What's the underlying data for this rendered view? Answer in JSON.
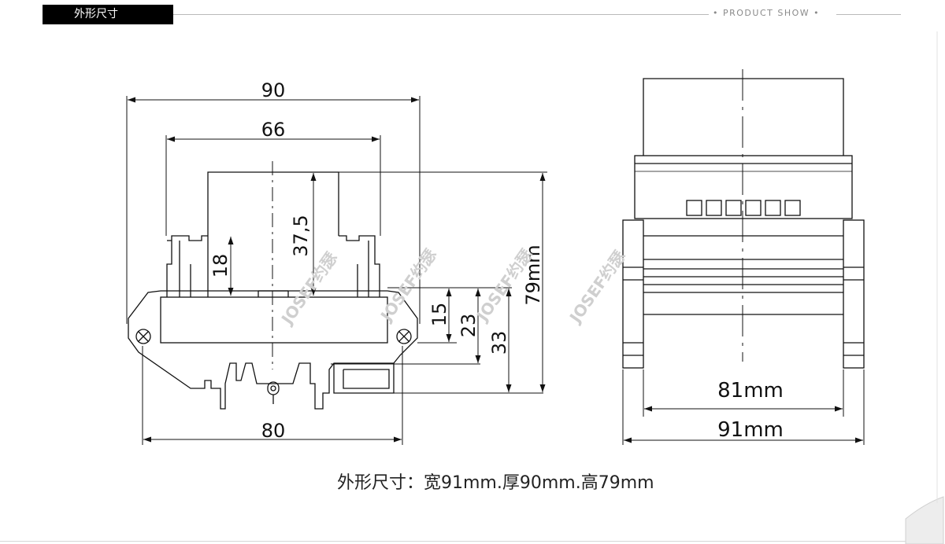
{
  "header": {
    "section_title": "外形尺寸",
    "section_label": "• PRODUCT SHOW •"
  },
  "drawing": {
    "front_view": {
      "dim_total_width": "90",
      "dim_inner_width": "66",
      "dim_base_width": "80",
      "dim_terminal_height": "18",
      "dim_center_height": "37,5",
      "dim_height_15": "15",
      "dim_height_23": "23",
      "dim_height_33": "33",
      "dim_total_height": "79mm"
    },
    "side_view": {
      "dim_inner": "81mm",
      "dim_outer": "91mm"
    },
    "watermark": "JOSEF约瑟"
  },
  "caption": "外形尺寸：宽91mm.厚90mm.高79mm"
}
